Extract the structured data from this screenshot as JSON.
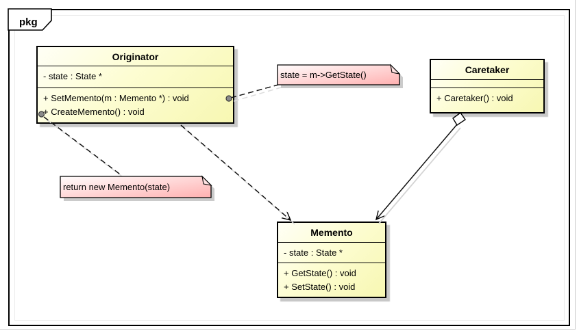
{
  "frame": {
    "tab_label": "pkg"
  },
  "classes": {
    "originator": {
      "name": "Originator",
      "attributes": [
        "- state : State *"
      ],
      "methods": [
        "+ SetMemento(m : Memento *) : void",
        "+ CreateMemento() : void"
      ]
    },
    "caretaker": {
      "name": "Caretaker",
      "attributes": [],
      "methods": [
        "+ Caretaker() : void"
      ]
    },
    "memento": {
      "name": "Memento",
      "attributes": [
        "- state : State *"
      ],
      "methods": [
        "+ GetState() : void",
        "+ SetState() : void"
      ]
    }
  },
  "notes": {
    "get_state": {
      "text": "state = m->GetState()"
    },
    "create": {
      "text": "return new Memento(state)"
    }
  },
  "relationships": [
    {
      "type": "dependency",
      "from": "Originator",
      "to": "Memento",
      "line": "dashed",
      "arrowhead": "open"
    },
    {
      "type": "aggregation",
      "from": "Caretaker",
      "to": "Memento",
      "line": "solid",
      "arrowhead": "open",
      "diamond": "hollow"
    },
    {
      "type": "note-anchor",
      "from": "Originator.SetMemento",
      "to": "note:state = m->GetState()",
      "line": "dashed"
    },
    {
      "type": "note-anchor",
      "from": "Originator.CreateMemento",
      "to": "note:return new Memento(state)",
      "line": "dashed"
    }
  ],
  "colors": {
    "class_fill_start": "#fffff6",
    "class_fill_end": "#f7f7b2",
    "note_fill_start": "#fffdfd",
    "note_fill_end": "#ffb0b0",
    "shadow": "#c9c9c9",
    "border": "#000000",
    "background": "#ffffff"
  }
}
